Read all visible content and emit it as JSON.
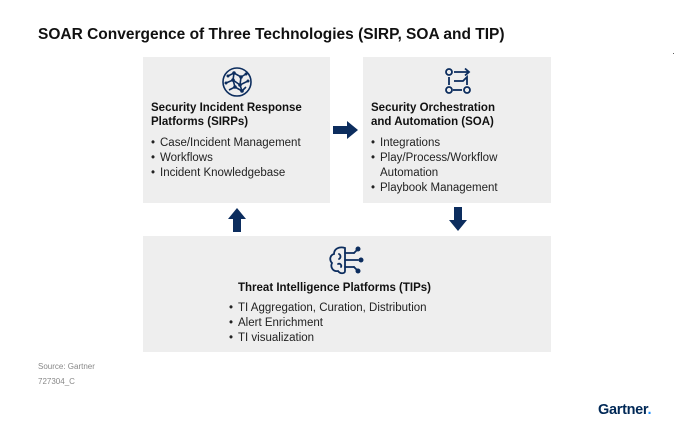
{
  "title": "SOAR Convergence of Three Technologies (SIRP, SOA and TIP)",
  "sirp": {
    "title_line1": "Security Incident Response",
    "title_line2": "Platforms (SIRPs)",
    "items": [
      "Case/Incident Management",
      "Workflows",
      "Incident Knowledgebase"
    ],
    "icon": "network-globe-icon"
  },
  "soa": {
    "title_line1": "Security Orchestration",
    "title_line2": "and Automation (SOA)",
    "items": [
      "Integrations",
      "Play/Process/Workflow",
      "Automation",
      "Playbook Management"
    ],
    "icon": "workflow-icon"
  },
  "tip": {
    "title": "Threat Intelligence Platforms (TIPs)",
    "items": [
      "TI Aggregation, Curation, Distribution",
      "Alert Enrichment",
      "TI visualization"
    ],
    "icon": "brain-circuit-icon"
  },
  "footer": {
    "source": "Source: Gartner",
    "figure_id": "727304_C",
    "logo": "Gartner",
    "logo_dot": "."
  },
  "colors": {
    "accent": "#0c2d5e",
    "box_bg": "#eeeeee"
  }
}
